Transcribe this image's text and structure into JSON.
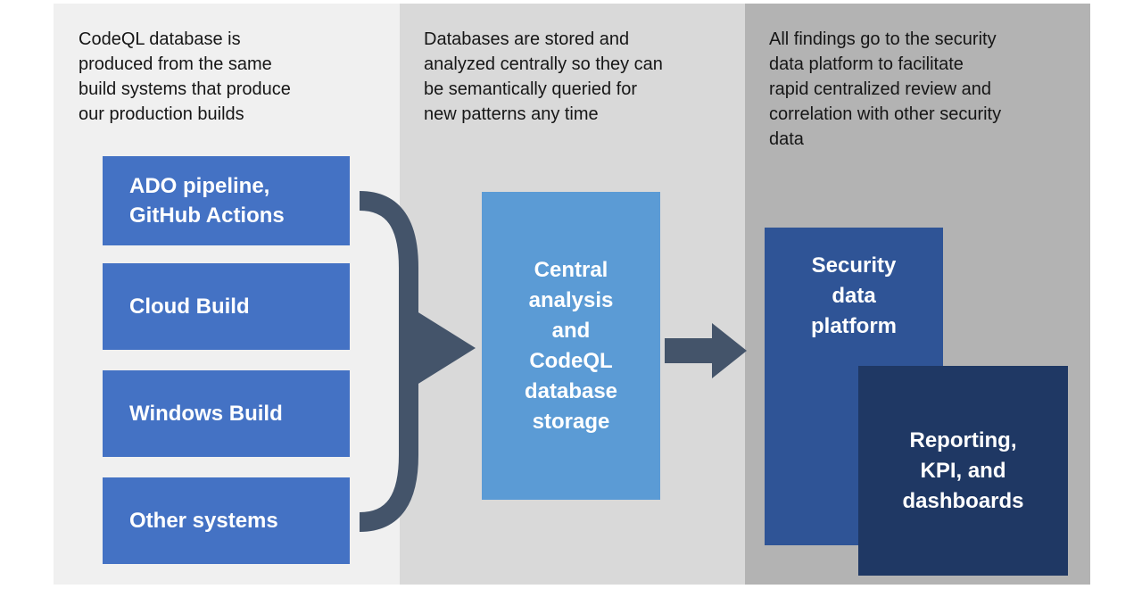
{
  "left": {
    "description": "CodeQL database is\nproduced from the same\nbuild systems that produce\nour production builds",
    "box_ado": "ADO pipeline,\nGitHub Actions",
    "box_cloud": "Cloud Build",
    "box_windows": "Windows Build",
    "box_other": "Other systems"
  },
  "middle": {
    "description": "Databases are stored and\nanalyzed centrally so they can\nbe semantically queried for\nnew patterns any time",
    "box_central": "Central\nanalysis\nand\nCodeQL\ndatabase\nstorage"
  },
  "right": {
    "description": "All findings go to the security\ndata platform to facilitate\nrapid centralized review and\ncorrelation with other security\ndata",
    "box_security": "Security\ndata\nplatform",
    "box_reporting": "Reporting,\nKPI, and\ndashboards"
  },
  "colors": {
    "panel_left": "#f0f0f0",
    "panel_middle": "#d9d9d9",
    "panel_right": "#b3b3b3",
    "node_blue": "#4472c4",
    "node_light_blue": "#5b9bd5",
    "node_dark_blue": "#2f5496",
    "node_navy": "#1f3864",
    "arrow": "#44546a",
    "text": "#161616"
  }
}
